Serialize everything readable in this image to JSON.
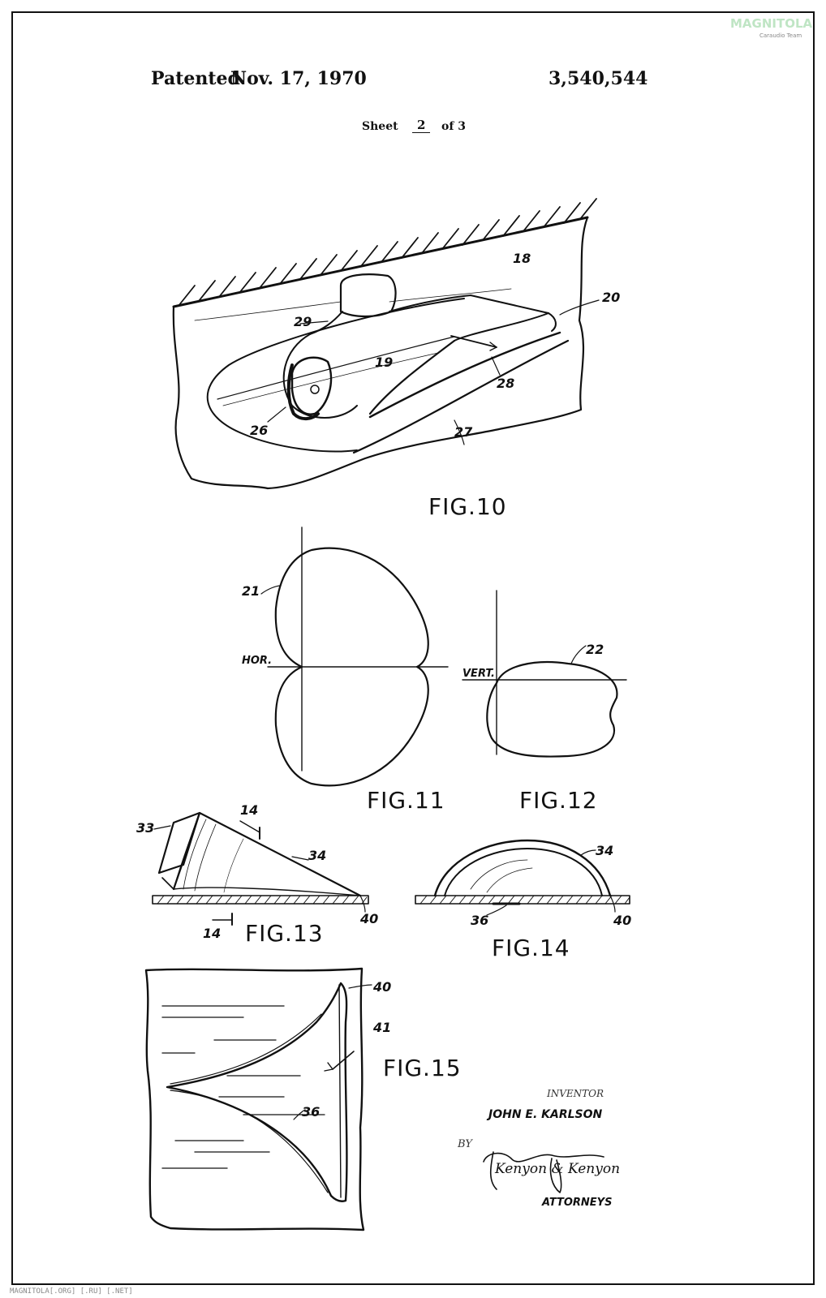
{
  "header": {
    "patented": "Patented",
    "date": "Nov. 17, 1970",
    "patent_number": "3,540,544",
    "sheet_label": "Sheet",
    "sheet_number": "2",
    "sheet_of": "of 3"
  },
  "figures": {
    "fig10": "FIG.10",
    "fig11": "FIG.11",
    "fig12": "FIG.12",
    "fig13": "FIG.13",
    "fig14": "FIG.14",
    "fig15": "FIG.15"
  },
  "refs": {
    "r18": "18",
    "r20": "20",
    "r29": "29",
    "r19": "19",
    "r28": "28",
    "r26": "26",
    "r27": "27",
    "r21": "21",
    "hor": "HOR.",
    "r22": "22",
    "vert": "VERT.",
    "r14a": "14",
    "r33": "33",
    "r34a": "34",
    "r40a": "40",
    "r14b": "14",
    "r34b": "34",
    "r36a": "36",
    "r40b": "40",
    "r40c": "40",
    "r41": "41",
    "r36b": "36"
  },
  "inventor": {
    "label": "INVENTOR",
    "name": "JOHN E. KARLSON",
    "by": "BY",
    "signature": "Kenyon & Kenyon",
    "attorneys": "ATTORNEYS"
  },
  "watermark": {
    "brand": "MAGNITOLA",
    "sub": "Caraudio Team",
    "footer": "MAGNITOLA[.ORG] [.RU] [.NET]"
  }
}
